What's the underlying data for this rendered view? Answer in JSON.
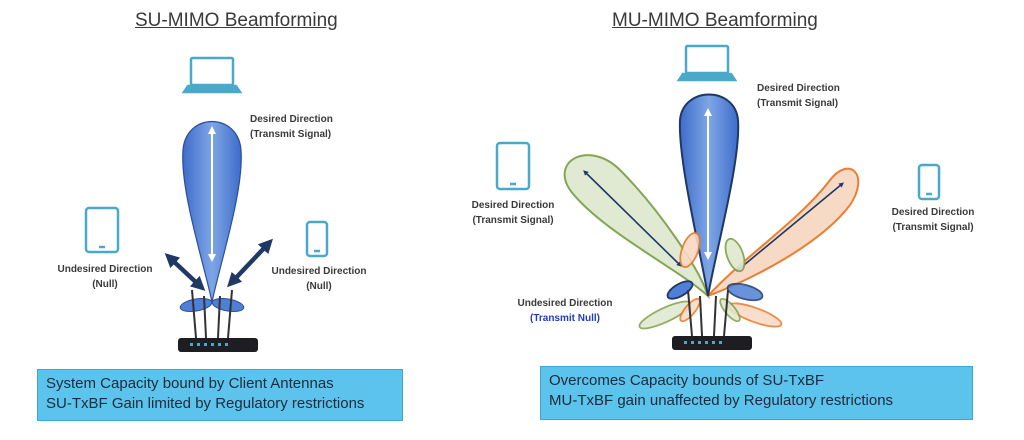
{
  "left": {
    "title": "SU-MIMO Beamforming",
    "desired_label": [
      "Desired Direction",
      "(Transmit Signal)"
    ],
    "undesired_left_label": [
      "Undesired Direction",
      "(Null)"
    ],
    "undesired_right_label": [
      "Undesired Direction",
      "(Null)"
    ],
    "caption": [
      "System Capacity bound by Client Antennas",
      "SU-TxBF Gain limited by Regulatory restrictions"
    ]
  },
  "right": {
    "title": "MU-MIMO Beamforming",
    "desired_top_label": [
      "Desired Direction",
      "(Transmit Signal)"
    ],
    "desired_left_label": [
      "Desired Direction",
      "(Transmit Signal)"
    ],
    "desired_right_label": [
      "Desired Direction",
      "(Transmit Signal)"
    ],
    "undesired_label": [
      "Undesired Direction",
      "(Transmit Null)"
    ],
    "caption": [
      "Overcomes Capacity bounds  of SU-TxBF",
      "MU-TxBF gain unaffected by Regulatory  restrictions"
    ]
  },
  "colors": {
    "laptop": "#4aa8c8",
    "tablet": "#4aa8c8",
    "phone": "#4aa8c8",
    "blue_lobe": "#4f7fd6",
    "green_lobe": "#dfe8d0",
    "orange_lobe": "#f7d9c2",
    "null_arrow": "#1f3864",
    "caption_box": "#5bc3ec",
    "router": "#1e1e22"
  },
  "icons": [
    "laptop-icon",
    "tablet-icon",
    "phone-icon",
    "router-icon",
    "null-arrow-icon"
  ]
}
